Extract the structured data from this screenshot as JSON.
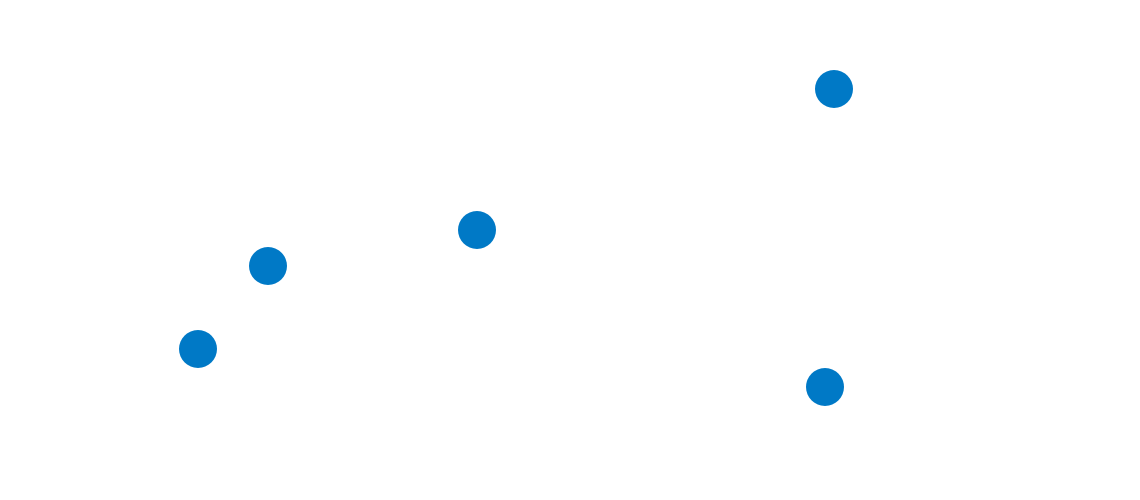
{
  "chart_data": {
    "type": "scatter",
    "x": [
      19.8,
      26.8,
      47.7,
      83.4,
      82.5
    ],
    "y": [
      15.1,
      23.4,
      27.0,
      41.1,
      11.3
    ],
    "xlim": [
      0,
      114
    ],
    "ylim": [
      0,
      50
    ],
    "axes_visible": false,
    "grid": false,
    "legend": "none",
    "title": "",
    "xlabel": "",
    "ylabel": "",
    "marker_color": "#0079C6"
  }
}
